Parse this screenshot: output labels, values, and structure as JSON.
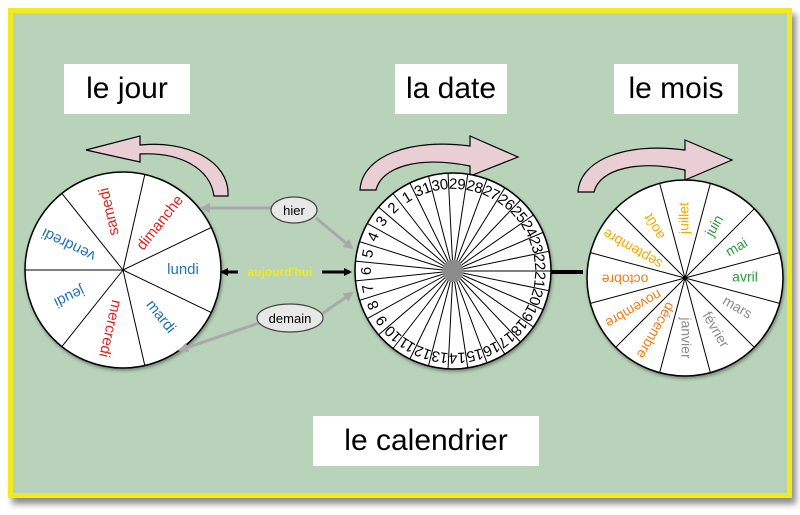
{
  "titles": {
    "jour": "le jour",
    "date": "la date",
    "mois": "le mois",
    "calendrier": "le calendrier"
  },
  "labels": {
    "hier": "hier",
    "aujourdhui": "aujourd'hui",
    "demain": "demain"
  },
  "days": [
    {
      "name": "lundi",
      "color": "#1f73b7"
    },
    {
      "name": "mardi",
      "color": "#1f73b7"
    },
    {
      "name": "mercredi",
      "color": "#e0201b"
    },
    {
      "name": "jeudi",
      "color": "#1f73b7"
    },
    {
      "name": "vendredi",
      "color": "#1f73b7"
    },
    {
      "name": "samedi",
      "color": "#e0201b"
    },
    {
      "name": "dimanche",
      "color": "#e0201b"
    }
  ],
  "dates": [
    "1",
    "2",
    "3",
    "4",
    "5",
    "6",
    "7",
    "8",
    "9",
    "10",
    "11",
    "12",
    "13",
    "14",
    "15",
    "16",
    "17",
    "18",
    "19",
    "20",
    "21",
    "22",
    "23",
    "24",
    "25",
    "26",
    "27",
    "28",
    "29",
    "30",
    "31"
  ],
  "months": [
    {
      "name": "avril",
      "color": "#2e9a3c"
    },
    {
      "name": "mars",
      "color": "#8a8a8a"
    },
    {
      "name": "février",
      "color": "#8a8a8a"
    },
    {
      "name": "janvier",
      "color": "#8a8a8a"
    },
    {
      "name": "décembre",
      "color": "#ee7d17"
    },
    {
      "name": "novembre",
      "color": "#ee7d17"
    },
    {
      "name": "octobre",
      "color": "#ee7d17"
    },
    {
      "name": "septembre",
      "color": "#f2a900"
    },
    {
      "name": "août",
      "color": "#f2a900"
    },
    {
      "name": "juillet",
      "color": "#f2a900"
    },
    {
      "name": "juin",
      "color": "#2e9a3c"
    },
    {
      "name": "mai",
      "color": "#2e9a3c"
    }
  ],
  "colors": {
    "background": "#b8d3b9",
    "border": "#f2ea1a",
    "today_label": "#f2ea1a",
    "rotate_arrow_fill": "#e9cfd3",
    "connector_gray": "#a9a9a9"
  }
}
